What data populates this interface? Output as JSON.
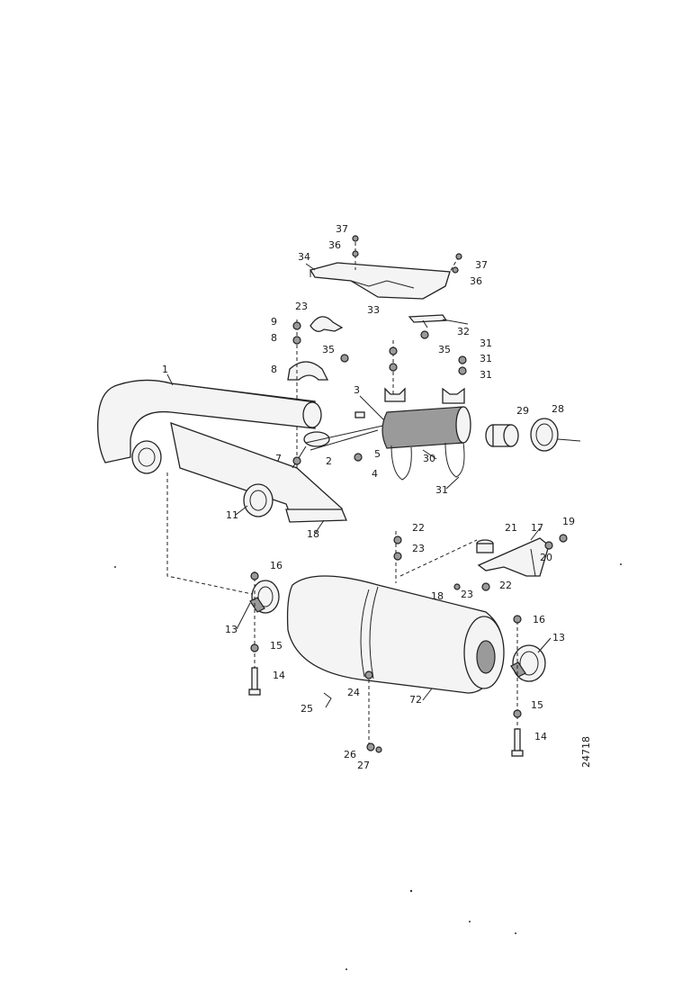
{
  "drawing_number": "24718",
  "callouts": {
    "c1": "1",
    "c2": "2",
    "c3": "3",
    "c4": "4",
    "c5": "5",
    "c7": "7",
    "c8a": "8",
    "c8b": "8",
    "c9": "9",
    "c11": "11",
    "c13a": "13",
    "c13b": "13",
    "c14a": "14",
    "c14b": "14",
    "c15a": "15",
    "c15b": "15",
    "c16a": "16",
    "c16b": "16",
    "c17": "17",
    "c18a": "18",
    "c18b": "18",
    "c19": "19",
    "c20": "20",
    "c21": "21",
    "c22a": "22",
    "c22b": "22",
    "c23a": "23",
    "c23b": "23",
    "c23c": "23",
    "c24": "24",
    "c25": "25",
    "c26": "26",
    "c27": "27",
    "c28": "28",
    "c29": "29",
    "c30": "30",
    "c31a": "31",
    "c31b": "31",
    "c31c": "31",
    "c31d": "31",
    "c32": "32",
    "c33": "33",
    "c34": "34",
    "c35a": "35",
    "c35b": "35",
    "c36a": "36",
    "c36b": "36",
    "c37a": "37",
    "c37b": "37",
    "c72": "72"
  }
}
